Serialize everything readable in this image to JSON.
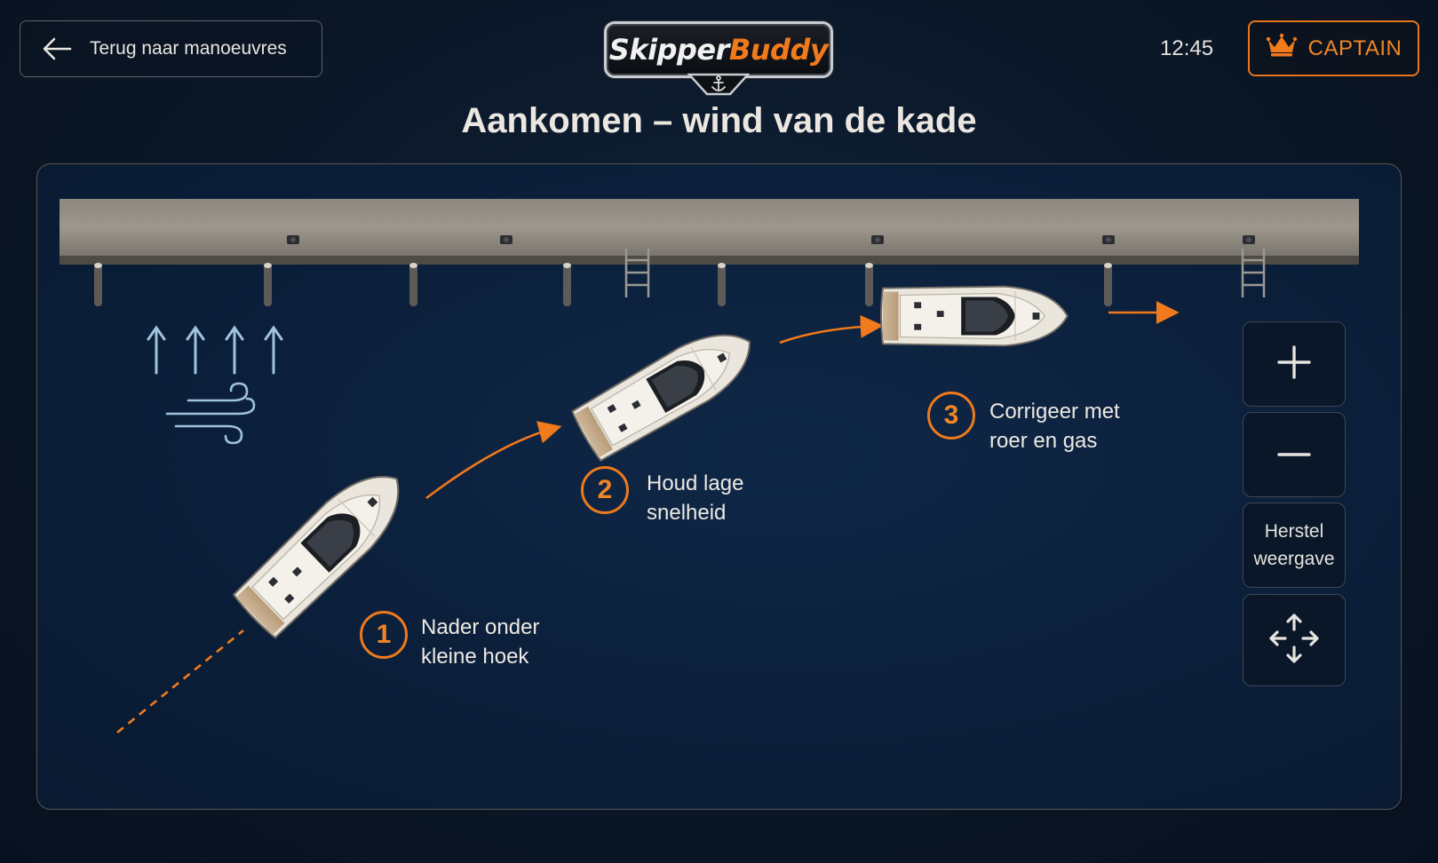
{
  "header": {
    "back_label": "Terug naar manoeuvres",
    "logo_word1": "Skipper",
    "logo_word2": "Buddy",
    "time": "12:45",
    "captain_label": "CAPTAIN"
  },
  "page_title": "Aankomen – wind van de kade",
  "steps": [
    {
      "number": "1",
      "line1": "Nader onder",
      "line2": "kleine hoek"
    },
    {
      "number": "2",
      "line1": "Houd lage",
      "line2": "snelheid"
    },
    {
      "number": "3",
      "line1": "Corrigeer met",
      "line2": "roer en gas"
    }
  ],
  "controls": {
    "zoom_in_icon": "plus-icon",
    "zoom_out_icon": "minus-icon",
    "reset_line1": "Herstel",
    "reset_line2": "weergave",
    "pan_icon": "move-arrows-icon"
  },
  "colors": {
    "accent": "#f07a1c",
    "water": "#0b1f3a",
    "quay": "#8f8a81",
    "wind_arrows": "#9fc3dc"
  }
}
